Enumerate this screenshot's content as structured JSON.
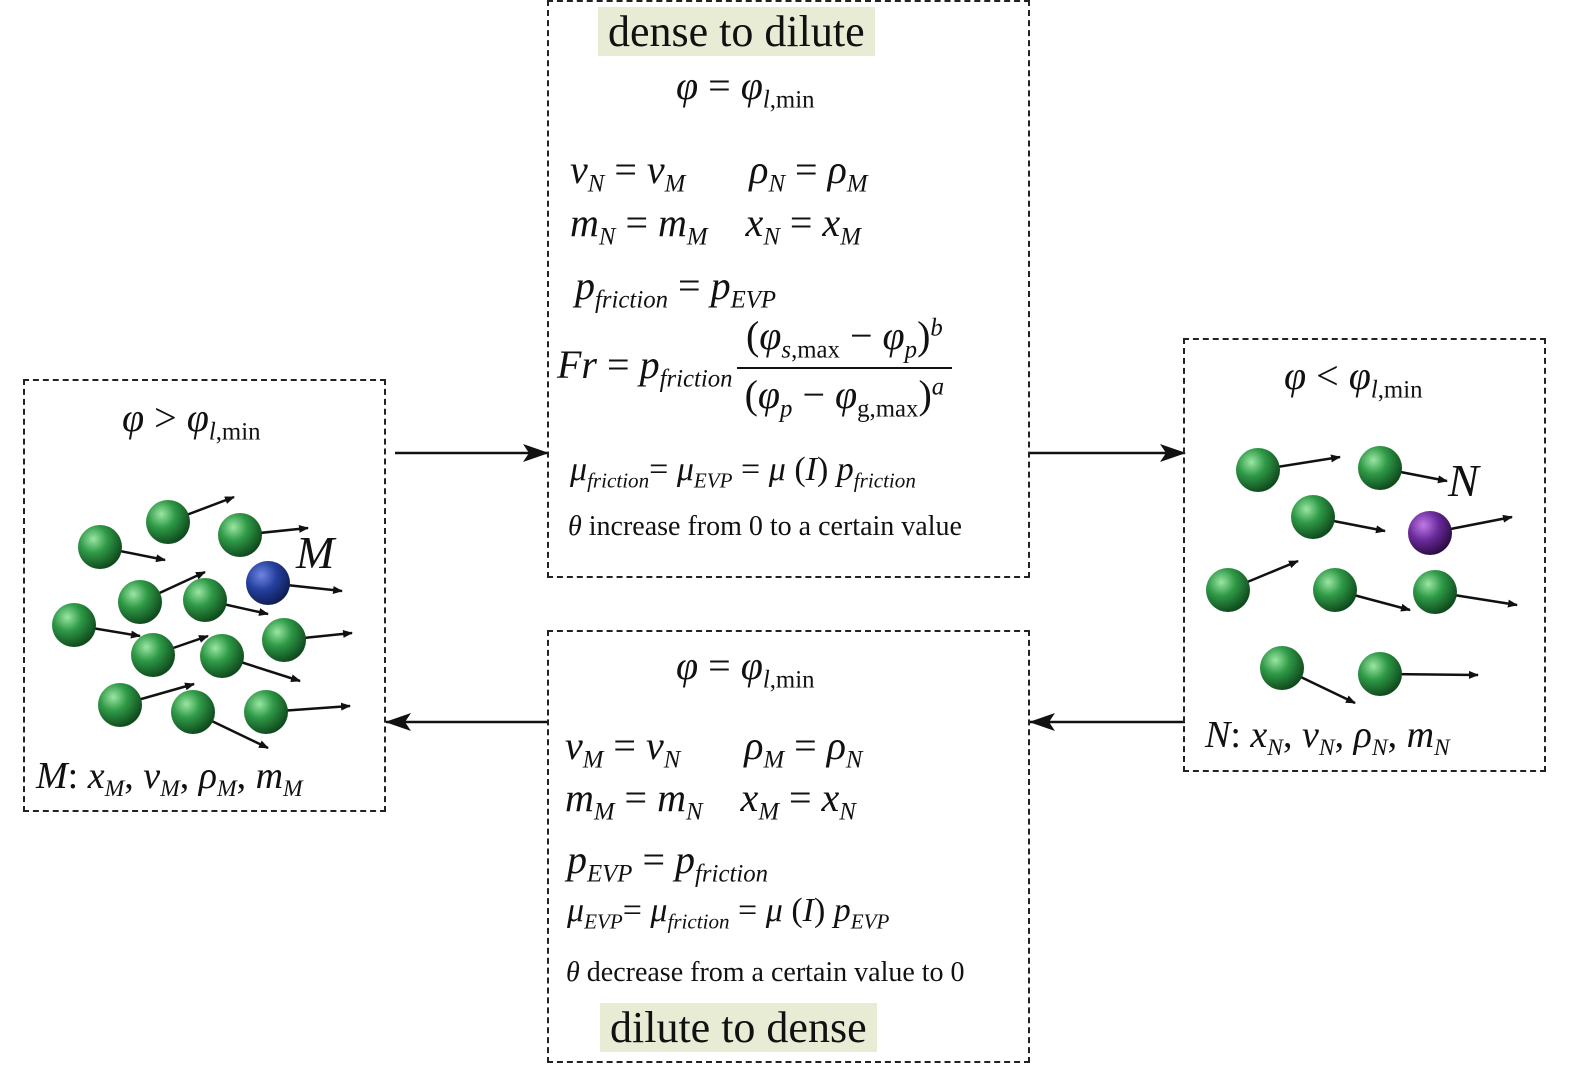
{
  "top_box": {
    "title": "dense to dilute",
    "theta_note": "increase from 0 to a certain value"
  },
  "bottom_box": {
    "title": "dilute to dense",
    "theta_note": "decrease from a certain value to 0"
  },
  "left_box": {
    "marker_label": "M"
  },
  "right_box": {
    "marker_label": "N"
  },
  "colors": {
    "particle": "#2f9a47",
    "particle_M": "#243f9e",
    "particle_N": "#6a2a9a",
    "highlight": "#e9ecd4"
  }
}
